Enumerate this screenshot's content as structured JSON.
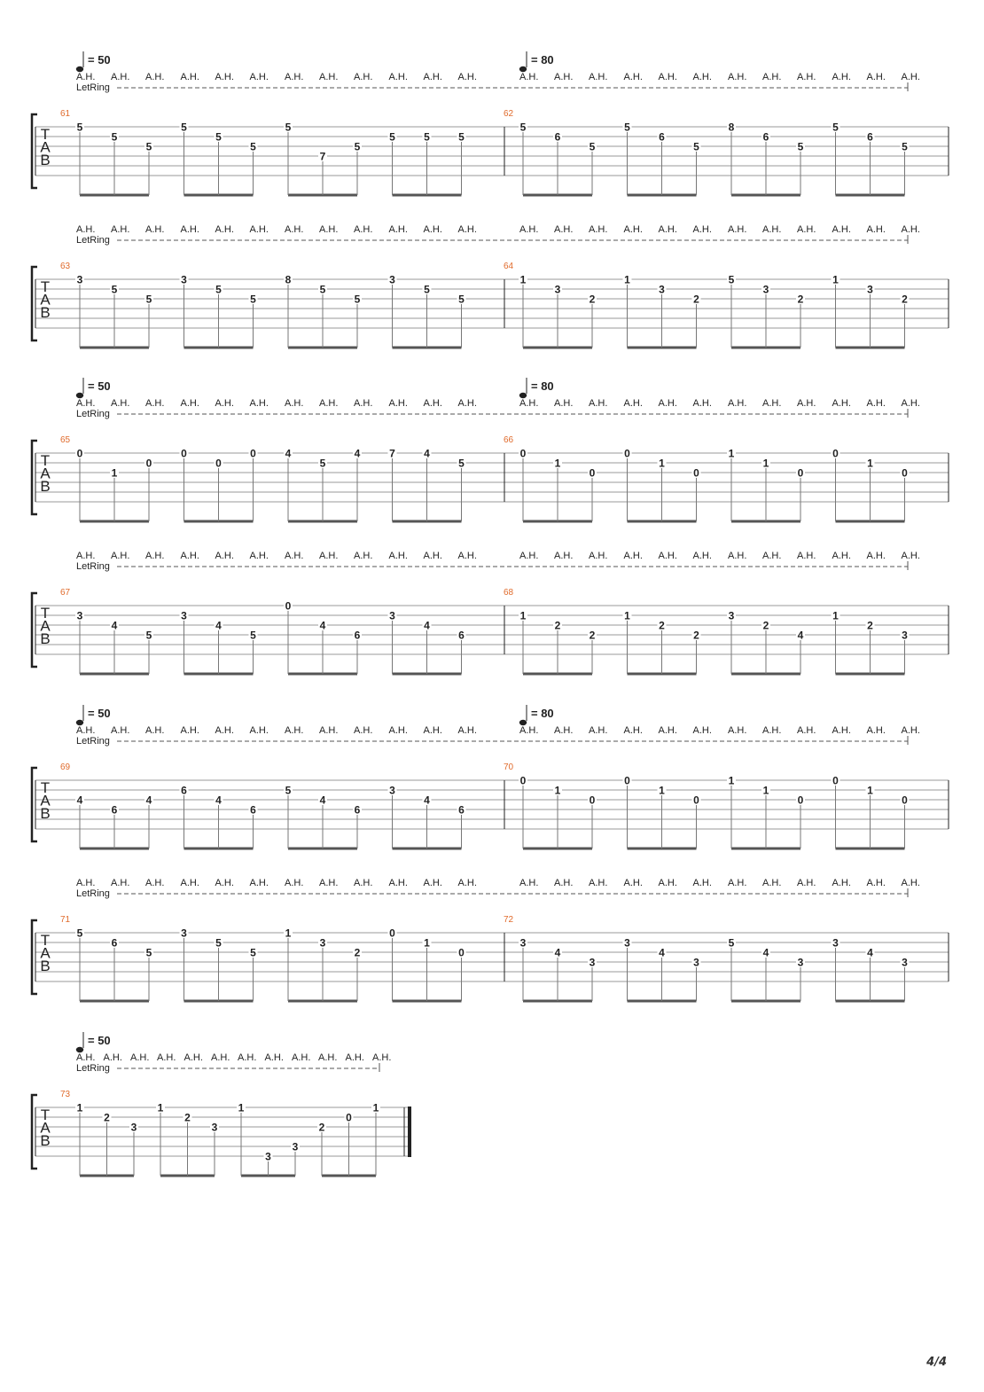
{
  "page_number": "4/4",
  "labels": {
    "harmonic": "A.H.",
    "let_ring": "LetRing",
    "tab_letters": [
      "T",
      "A",
      "B"
    ]
  },
  "systems": [
    {
      "tempos": [
        "= 50",
        "= 80"
      ],
      "measures": [
        {
          "number": "61",
          "notes": [
            [
              0,
              "5"
            ],
            [
              1,
              "5"
            ],
            [
              2,
              "5"
            ],
            [
              0,
              "5"
            ],
            [
              1,
              "5"
            ],
            [
              2,
              "5"
            ],
            [
              0,
              "5"
            ],
            [
              3,
              "7"
            ],
            [
              2,
              "5"
            ],
            [
              1,
              "5"
            ],
            [
              1,
              "5"
            ],
            [
              1,
              "5"
            ]
          ]
        },
        {
          "number": "62",
          "notes": [
            [
              0,
              "5"
            ],
            [
              1,
              "6"
            ],
            [
              2,
              "5"
            ],
            [
              0,
              "5"
            ],
            [
              1,
              "6"
            ],
            [
              2,
              "5"
            ],
            [
              0,
              "8"
            ],
            [
              1,
              "6"
            ],
            [
              2,
              "5"
            ],
            [
              0,
              "5"
            ],
            [
              1,
              "6"
            ],
            [
              2,
              "5"
            ]
          ]
        }
      ]
    },
    {
      "tempos": [],
      "measures": [
        {
          "number": "63",
          "notes": [
            [
              0,
              "3"
            ],
            [
              1,
              "5"
            ],
            [
              2,
              "5"
            ],
            [
              0,
              "3"
            ],
            [
              1,
              "5"
            ],
            [
              2,
              "5"
            ],
            [
              0,
              "8"
            ],
            [
              1,
              "5"
            ],
            [
              2,
              "5"
            ],
            [
              0,
              "3"
            ],
            [
              1,
              "5"
            ],
            [
              2,
              "5"
            ]
          ]
        },
        {
          "number": "64",
          "notes": [
            [
              0,
              "1"
            ],
            [
              1,
              "3"
            ],
            [
              2,
              "2"
            ],
            [
              0,
              "1"
            ],
            [
              1,
              "3"
            ],
            [
              2,
              "2"
            ],
            [
              0,
              "5"
            ],
            [
              1,
              "3"
            ],
            [
              2,
              "2"
            ],
            [
              0,
              "1"
            ],
            [
              1,
              "3"
            ],
            [
              2,
              "2"
            ]
          ]
        }
      ]
    },
    {
      "tempos": [
        "= 50",
        "= 80"
      ],
      "measures": [
        {
          "number": "65",
          "notes": [
            [
              0,
              "0"
            ],
            [
              2,
              "1"
            ],
            [
              1,
              "0"
            ],
            [
              0,
              "0"
            ],
            [
              1,
              "0"
            ],
            [
              0,
              "0"
            ],
            [
              0,
              "4"
            ],
            [
              1,
              "5"
            ],
            [
              0,
              "4"
            ],
            [
              0,
              "7"
            ],
            [
              0,
              "4"
            ],
            [
              1,
              "5"
            ]
          ]
        },
        {
          "number": "66",
          "notes": [
            [
              0,
              "0"
            ],
            [
              1,
              "1"
            ],
            [
              2,
              "0"
            ],
            [
              0,
              "0"
            ],
            [
              1,
              "1"
            ],
            [
              2,
              "0"
            ],
            [
              0,
              "1"
            ],
            [
              1,
              "1"
            ],
            [
              2,
              "0"
            ],
            [
              0,
              "0"
            ],
            [
              1,
              "1"
            ],
            [
              2,
              "0"
            ]
          ]
        }
      ]
    },
    {
      "tempos": [],
      "measures": [
        {
          "number": "67",
          "notes": [
            [
              1,
              "3"
            ],
            [
              2,
              "4"
            ],
            [
              3,
              "5"
            ],
            [
              1,
              "3"
            ],
            [
              2,
              "4"
            ],
            [
              3,
              "5"
            ],
            [
              0,
              "0"
            ],
            [
              2,
              "4"
            ],
            [
              3,
              "6"
            ],
            [
              1,
              "3"
            ],
            [
              2,
              "4"
            ],
            [
              3,
              "6"
            ]
          ]
        },
        {
          "number": "68",
          "notes": [
            [
              1,
              "1"
            ],
            [
              2,
              "2"
            ],
            [
              3,
              "2"
            ],
            [
              1,
              "1"
            ],
            [
              2,
              "2"
            ],
            [
              3,
              "2"
            ],
            [
              1,
              "3"
            ],
            [
              2,
              "2"
            ],
            [
              3,
              "4"
            ],
            [
              1,
              "1"
            ],
            [
              2,
              "2"
            ],
            [
              3,
              "3"
            ]
          ]
        }
      ]
    },
    {
      "tempos": [
        "= 50",
        "= 80"
      ],
      "measures": [
        {
          "number": "69",
          "notes": [
            [
              2,
              "4"
            ],
            [
              3,
              "6"
            ],
            [
              2,
              "4"
            ],
            [
              1,
              "6"
            ],
            [
              2,
              "4"
            ],
            [
              3,
              "6"
            ],
            [
              1,
              "5"
            ],
            [
              2,
              "4"
            ],
            [
              3,
              "6"
            ],
            [
              1,
              "3"
            ],
            [
              2,
              "4"
            ],
            [
              3,
              "6"
            ]
          ]
        },
        {
          "number": "70",
          "notes": [
            [
              0,
              "0"
            ],
            [
              1,
              "1"
            ],
            [
              2,
              "0"
            ],
            [
              0,
              "0"
            ],
            [
              1,
              "1"
            ],
            [
              2,
              "0"
            ],
            [
              0,
              "1"
            ],
            [
              1,
              "1"
            ],
            [
              2,
              "0"
            ],
            [
              0,
              "0"
            ],
            [
              1,
              "1"
            ],
            [
              2,
              "0"
            ]
          ]
        }
      ]
    },
    {
      "tempos": [],
      "measures": [
        {
          "number": "71",
          "notes": [
            [
              0,
              "5"
            ],
            [
              1,
              "6"
            ],
            [
              2,
              "5"
            ],
            [
              0,
              "3"
            ],
            [
              1,
              "5"
            ],
            [
              2,
              "5"
            ],
            [
              0,
              "1"
            ],
            [
              1,
              "3"
            ],
            [
              2,
              "2"
            ],
            [
              0,
              "0"
            ],
            [
              1,
              "1"
            ],
            [
              2,
              "0"
            ]
          ]
        },
        {
          "number": "72",
          "notes": [
            [
              1,
              "3"
            ],
            [
              2,
              "4"
            ],
            [
              3,
              "3"
            ],
            [
              1,
              "3"
            ],
            [
              2,
              "4"
            ],
            [
              3,
              "3"
            ],
            [
              1,
              "5"
            ],
            [
              2,
              "4"
            ],
            [
              3,
              "3"
            ],
            [
              1,
              "3"
            ],
            [
              2,
              "4"
            ],
            [
              3,
              "3"
            ]
          ]
        }
      ]
    },
    {
      "tempos": [
        "= 50"
      ],
      "measures": [
        {
          "number": "73",
          "notes": [
            [
              0,
              "1"
            ],
            [
              1,
              "2"
            ],
            [
              2,
              "3"
            ],
            [
              0,
              "1"
            ],
            [
              1,
              "2"
            ],
            [
              2,
              "3"
            ],
            [
              0,
              "1"
            ],
            [
              5,
              "3"
            ],
            [
              4,
              "3"
            ],
            [
              2,
              "2"
            ],
            [
              1,
              "0"
            ],
            [
              0,
              "1"
            ]
          ]
        }
      ]
    }
  ],
  "colors": {
    "measure_number": "#e06b2c",
    "staff_line": "#9a9a9a",
    "ink": "#222222"
  }
}
